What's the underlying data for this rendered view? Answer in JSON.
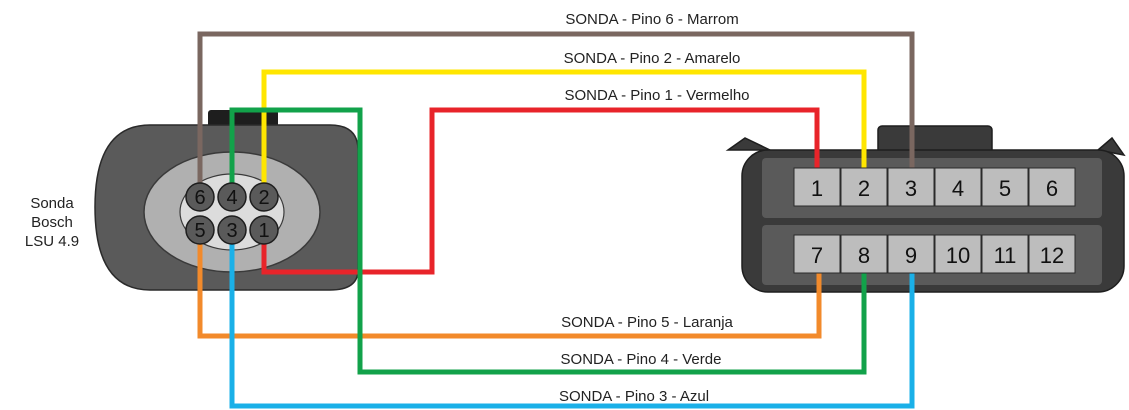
{
  "sensor": {
    "label_lines": [
      "Sonda",
      "Bosch",
      "LSU 4.9"
    ],
    "pins_top": [
      "6",
      "4",
      "2"
    ],
    "pins_bottom": [
      "5",
      "3",
      "1"
    ]
  },
  "connector": {
    "top_row": [
      "1",
      "2",
      "3",
      "4",
      "5",
      "6"
    ],
    "bottom_row": [
      "7",
      "8",
      "9",
      "10",
      "11",
      "12"
    ]
  },
  "wires": [
    {
      "label": "SONDA - Pino 6 - Marrom",
      "color": "#7a6760"
    },
    {
      "label": "SONDA - Pino 2 - Amarelo",
      "color": "#ffe600"
    },
    {
      "label": "SONDA - Pino 1 - Vermelho",
      "color": "#e8242a"
    },
    {
      "label": "SONDA - Pino 5 - Laranja",
      "color": "#f28a2b"
    },
    {
      "label": "SONDA - Pino 4 - Verde",
      "color": "#12a24a"
    },
    {
      "label": "SONDA - Pino 3 - Azul",
      "color": "#1ab0e8"
    }
  ]
}
